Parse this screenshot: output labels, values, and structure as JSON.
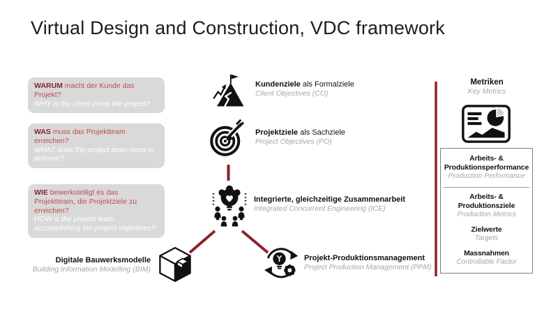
{
  "title": "Virtual Design and Construction, VDC framework",
  "questions": [
    {
      "keyword": "WARUM",
      "de": "macht der Kunde das Projekt?",
      "en": "WHY is the client doing the project?"
    },
    {
      "keyword": "WAS",
      "de": "muss das Projektteam erreichen?",
      "en": "WHAT does the project team need to achieve?"
    },
    {
      "keyword": "WIE",
      "de": "bewerkstelligt es das Projektteam, die Projektziele zu erreichen?",
      "en": "HOW is the project team accomplishing the project objectives?"
    }
  ],
  "nodes": {
    "co": {
      "bold": "Kundenziele",
      "rest": "als Formalziele",
      "en": "Client Objectives (CO)"
    },
    "po": {
      "bold": "Projektziele",
      "rest": "als Sachziele",
      "en": "Project Objectives (PO)"
    },
    "ice": {
      "bold": "Integrierte, gleichzeitige Zusammenarbeit",
      "en": "Integrated Concurrent Engineering (ICE)"
    },
    "bim": {
      "bold": "Digitale Bauwerksmodelle",
      "en": "Building Information Modelling (BIM)"
    },
    "ppm": {
      "bold": "Projekt-Produktionsmanagement",
      "en": "Project Production Management (PPM)"
    }
  },
  "metrics": {
    "title": "Metriken",
    "subtitle": "Key Metrics",
    "items": [
      {
        "de": "Arbeits- & Produktionsperformance",
        "en": "Production Performance"
      },
      {
        "de": "Arbeits- & Produktionsziele",
        "en": "Production Metrics"
      },
      {
        "de": "Zielwerte",
        "en": "Targets"
      },
      {
        "de": "Massnahmen",
        "en": "Controllable Factor"
      }
    ]
  },
  "icons": {
    "co": "mountain-flag-icon",
    "po": "target-arrow-icon",
    "ice": "collaboration-lightbulb-icon",
    "bim": "cube-3d-icon",
    "ppm": "lightbulb-gear-cycle-icon",
    "metrics": "dashboard-chart-icon"
  },
  "colors": {
    "dark_red": "#8b2228",
    "red": "#be4b48",
    "box_gray": "#d9d9d9",
    "muted_gray": "#a6a6a6"
  }
}
